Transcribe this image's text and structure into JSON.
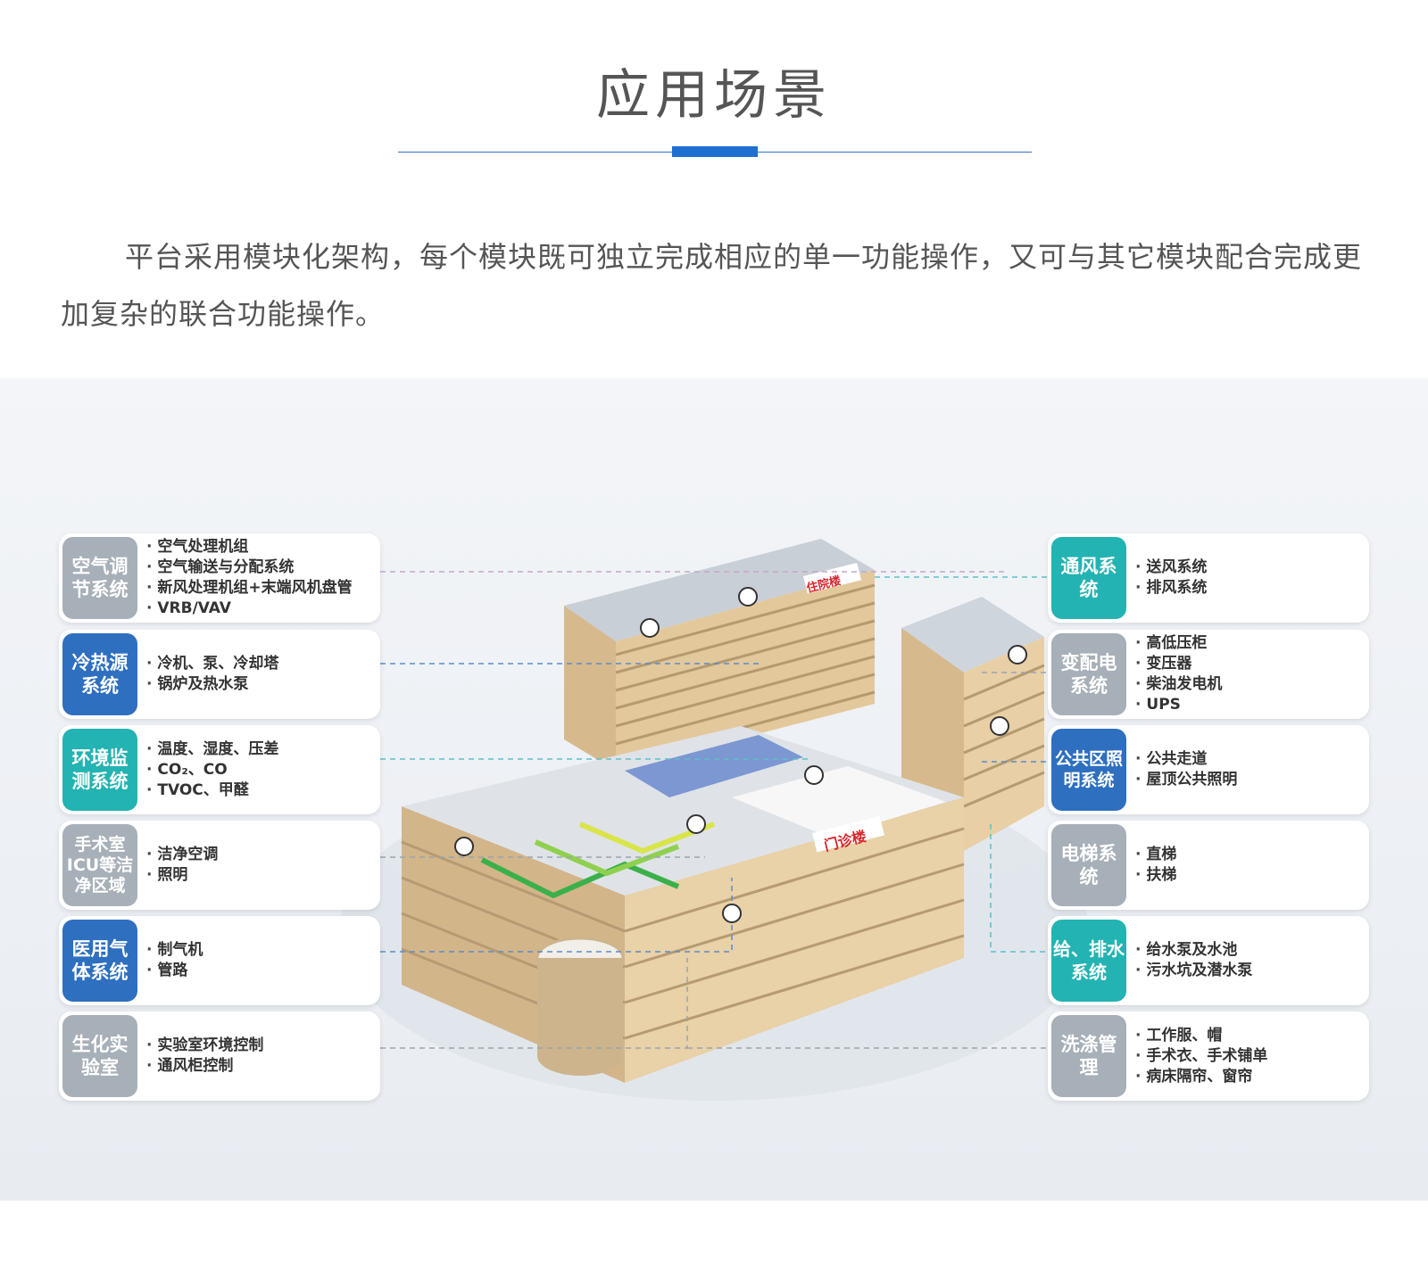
{
  "header": {
    "title": "应用场景",
    "intro": "平台采用模块化架构，每个模块既可独立完成相应的单一功能操作，又可与其它模块配合完成更加复杂的联合功能操作。"
  },
  "colors": {
    "gray": "#a7afb8",
    "blue": "#2e6fc0",
    "teal": "#23b3b3",
    "accent": "#1e6fd0"
  },
  "building_labels": [
    "住院楼",
    "门诊楼"
  ],
  "left_modules": [
    {
      "name": "空气调节系统",
      "color": "gray",
      "items": [
        "空气处理机组",
        "空气输送与分配系统",
        "新风处理机组+末端风机盘管",
        "VRB/VAV"
      ]
    },
    {
      "name": "冷热源系统",
      "color": "blue",
      "items": [
        "冷机、泵、冷却塔",
        "锅炉及热水泵"
      ]
    },
    {
      "name": "环境监测系统",
      "color": "teal",
      "items": [
        "温度、湿度、压差",
        "CO₂、CO",
        "TVOC、甲醛"
      ]
    },
    {
      "name": "手术室ICU等洁净区域",
      "color": "gray",
      "items": [
        "洁净空调",
        "照明"
      ]
    },
    {
      "name": "医用气体系统",
      "color": "blue",
      "items": [
        "制气机",
        "管路"
      ]
    },
    {
      "name": "生化实验室",
      "color": "gray",
      "items": [
        "实验室环境控制",
        "通风柜控制"
      ]
    }
  ],
  "right_modules": [
    {
      "name": "通风系统",
      "color": "teal",
      "items": [
        "送风系统",
        "排风系统"
      ]
    },
    {
      "name": "变配电系统",
      "color": "gray",
      "items": [
        "高低压柜",
        "变压器",
        "柴油发电机",
        "UPS"
      ]
    },
    {
      "name": "公共区照明系统",
      "color": "blue",
      "items": [
        "公共走道",
        "屋顶公共照明"
      ]
    },
    {
      "name": "电梯系统",
      "color": "gray",
      "items": [
        "直梯",
        "扶梯"
      ]
    },
    {
      "name": "给、排水系统",
      "color": "teal",
      "items": [
        "给水泵及水池",
        "污水坑及潜水泵"
      ]
    },
    {
      "name": "洗涤管理",
      "color": "gray",
      "items": [
        "工作服、帽",
        "手术衣、手术铺单",
        "病床隔帘、窗帘"
      ]
    }
  ]
}
